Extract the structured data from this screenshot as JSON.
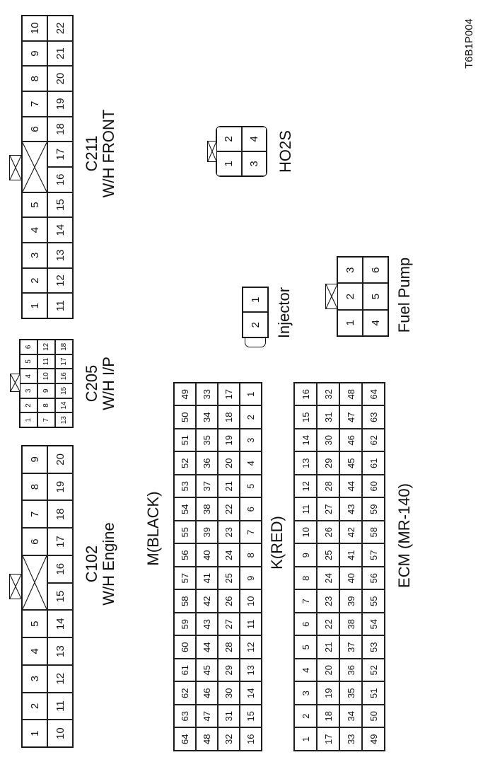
{
  "figure_code": "T6B1P004",
  "connectors": {
    "c211": {
      "id": "C211",
      "harness": "W/H FRONT",
      "top_row": [
        "1",
        "2",
        "3",
        "4",
        "5",
        "",
        "",
        "6",
        "7",
        "8",
        "9",
        "10"
      ],
      "bottom_row": [
        "11",
        "12",
        "13",
        "14",
        "15",
        "16",
        "17",
        "18",
        "19",
        "20",
        "21",
        "22"
      ],
      "blank_span_pins": "between 5 and 6"
    },
    "c205": {
      "id": "C205",
      "harness": "W/H I/P",
      "rows": [
        [
          "1",
          "2",
          "3",
          "4",
          "5",
          "6"
        ],
        [
          "7",
          "8",
          "9",
          "10",
          "11",
          "12"
        ],
        [
          "13",
          "14",
          "15",
          "16",
          "17",
          "18"
        ]
      ]
    },
    "c102": {
      "id": "C102",
      "harness": "W/H Engine",
      "top_row": [
        "1",
        "2",
        "3",
        "4",
        "5",
        "",
        "",
        "6",
        "7",
        "8",
        "9"
      ],
      "bottom_row": [
        "10",
        "11",
        "12",
        "13",
        "14",
        "15",
        "16",
        "17",
        "18",
        "19",
        "20"
      ]
    },
    "ho2s": {
      "name": "HO2S",
      "pins": [
        [
          "1",
          "2"
        ],
        [
          "3",
          "4"
        ]
      ]
    },
    "injector": {
      "name": "Injector",
      "pins": [
        "2",
        "1"
      ]
    },
    "fuel_pump": {
      "name": "Fuel Pump",
      "pins": [
        [
          "1",
          "2",
          "3"
        ],
        [
          "4",
          "5",
          "6"
        ]
      ]
    },
    "ecm": {
      "name": "ECM (MR-140)",
      "m_black": {
        "label": "M(BLACK)",
        "rows": [
          [
            "64",
            "63",
            "62",
            "61",
            "60",
            "59",
            "58",
            "57",
            "56",
            "55",
            "54",
            "53",
            "52",
            "51",
            "50",
            "49"
          ],
          [
            "48",
            "47",
            "46",
            "45",
            "44",
            "43",
            "42",
            "41",
            "40",
            "39",
            "38",
            "37",
            "36",
            "35",
            "34",
            "33"
          ],
          [
            "32",
            "31",
            "30",
            "29",
            "28",
            "27",
            "26",
            "25",
            "24",
            "23",
            "22",
            "21",
            "20",
            "19",
            "18",
            "17"
          ],
          [
            "16",
            "15",
            "14",
            "13",
            "12",
            "11",
            "10",
            "9",
            "8",
            "7",
            "6",
            "5",
            "4",
            "3",
            "2",
            "1"
          ]
        ]
      },
      "k_red": {
        "label": "K(RED)",
        "rows": [
          [
            "1",
            "2",
            "3",
            "4",
            "5",
            "6",
            "7",
            "8",
            "9",
            "10",
            "11",
            "12",
            "13",
            "14",
            "15",
            "16"
          ],
          [
            "17",
            "18",
            "19",
            "20",
            "21",
            "22",
            "23",
            "24",
            "25",
            "26",
            "27",
            "28",
            "29",
            "30",
            "31",
            "32"
          ],
          [
            "33",
            "34",
            "35",
            "36",
            "37",
            "38",
            "39",
            "40",
            "41",
            "42",
            "43",
            "44",
            "45",
            "46",
            "47",
            "48"
          ],
          [
            "49",
            "50",
            "51",
            "52",
            "53",
            "54",
            "55",
            "56",
            "57",
            "58",
            "59",
            "60",
            "61",
            "62",
            "63",
            "64"
          ]
        ]
      }
    }
  }
}
